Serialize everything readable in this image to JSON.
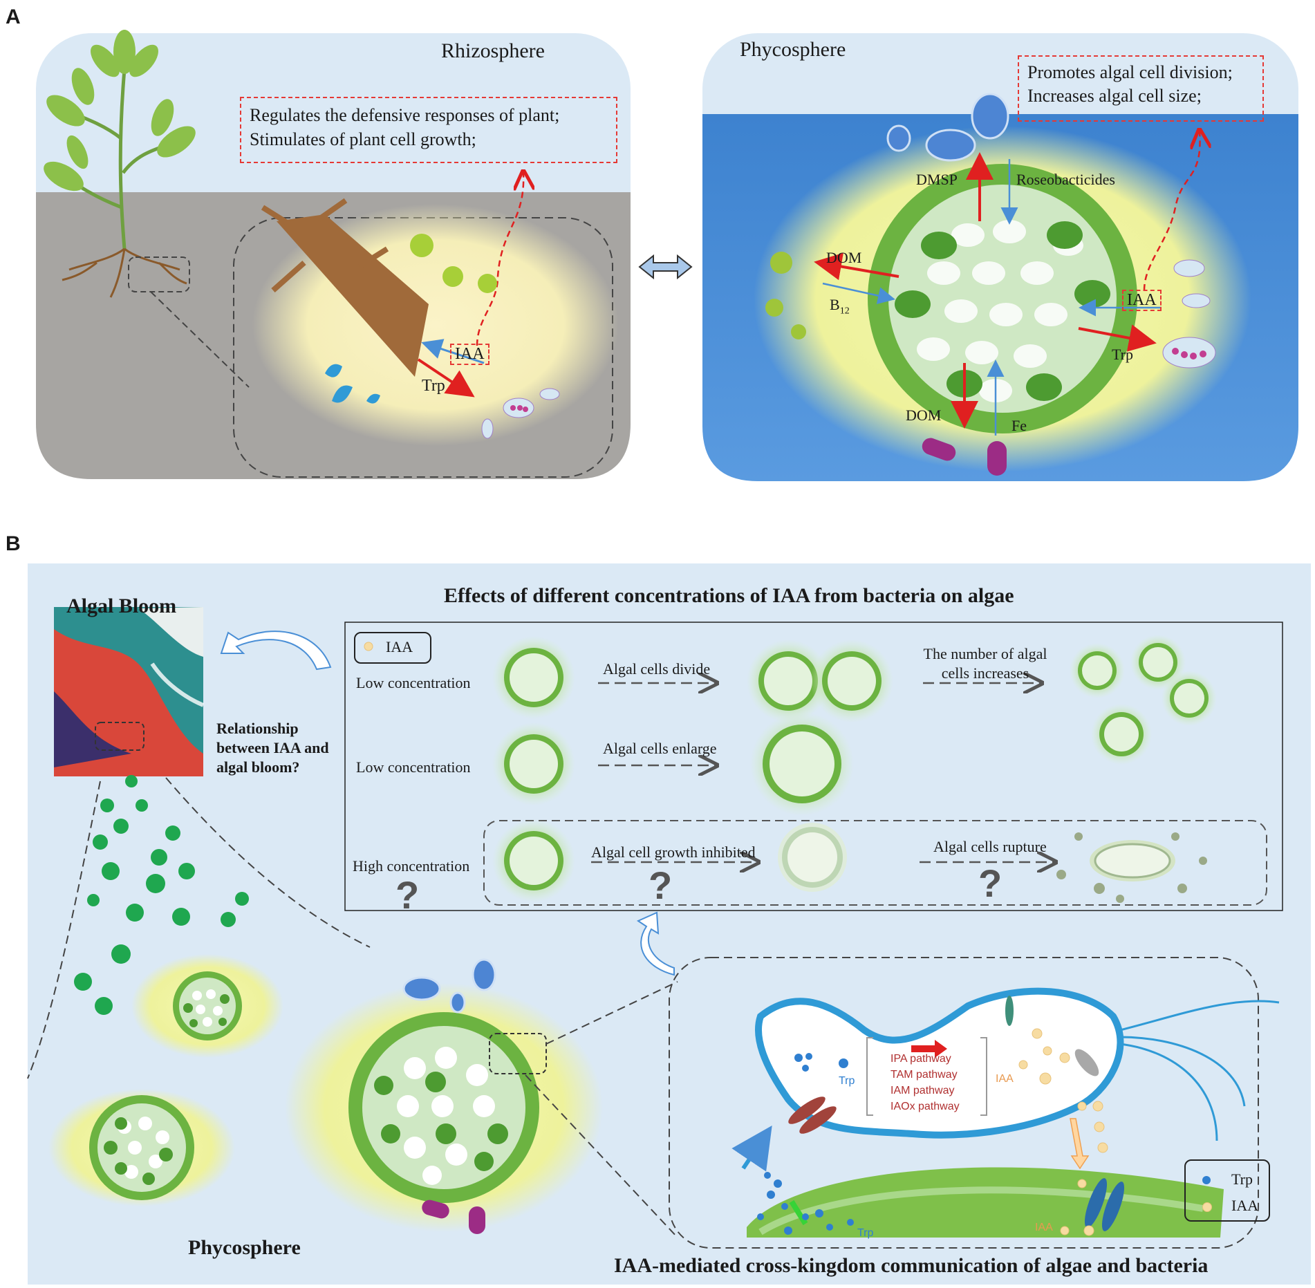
{
  "panel_a": {
    "letter": "A",
    "rhizosphere": {
      "title": "Rhizosphere",
      "effects": [
        "Regulates the defensive responses of plant;",
        "Stimulates of plant cell growth;"
      ],
      "iaa_label": "IAA",
      "trp_label": "Trp"
    },
    "phycosphere": {
      "title": "Phycosphere",
      "effects": [
        "Promotes algal cell division;",
        "Increases algal cell size;"
      ],
      "dmsp": "DMSP",
      "roseobacticides": "Roseobacticides",
      "dom_left": "DOM",
      "b12_base": "B",
      "b12_sub": "12",
      "iaa_label": "IAA",
      "trp_label": "Trp",
      "dom_bottom": "DOM",
      "fe": "Fe"
    }
  },
  "panel_b": {
    "letter": "B",
    "algal_bloom_title": "Algal Bloom",
    "relationship_text": [
      "Relationship",
      "between IAA and",
      "algal bloom?"
    ],
    "effects_title": "Effects of different concentrations of IAA from bacteria on algae",
    "legend_iaa": "IAA",
    "rows": [
      {
        "concentration": "Low concentration",
        "step1": "Algal cells divide",
        "step2": "The number of algal cells increases"
      },
      {
        "concentration": "Low concentration",
        "step1": "Algal cells enlarge"
      },
      {
        "concentration": "High concentration",
        "step1": "Algal cell growth inhibited",
        "step2": "Algal cells rupture",
        "question": "?"
      }
    ],
    "phycosphere_label": "Phycosphere",
    "communication_title": "IAA-mediated cross-kingdom communication of algae and bacteria",
    "pathways": [
      "IPA   pathway",
      "TAM  pathway",
      "IAM   pathway",
      "IAOx pathway"
    ],
    "trp_inside": "Trp",
    "iaa_inside": "IAA",
    "trp_bottom": "Trp",
    "iaa_bottom": "IAA",
    "legend_trp": "Trp",
    "legend_iaa2": "IAA"
  }
}
